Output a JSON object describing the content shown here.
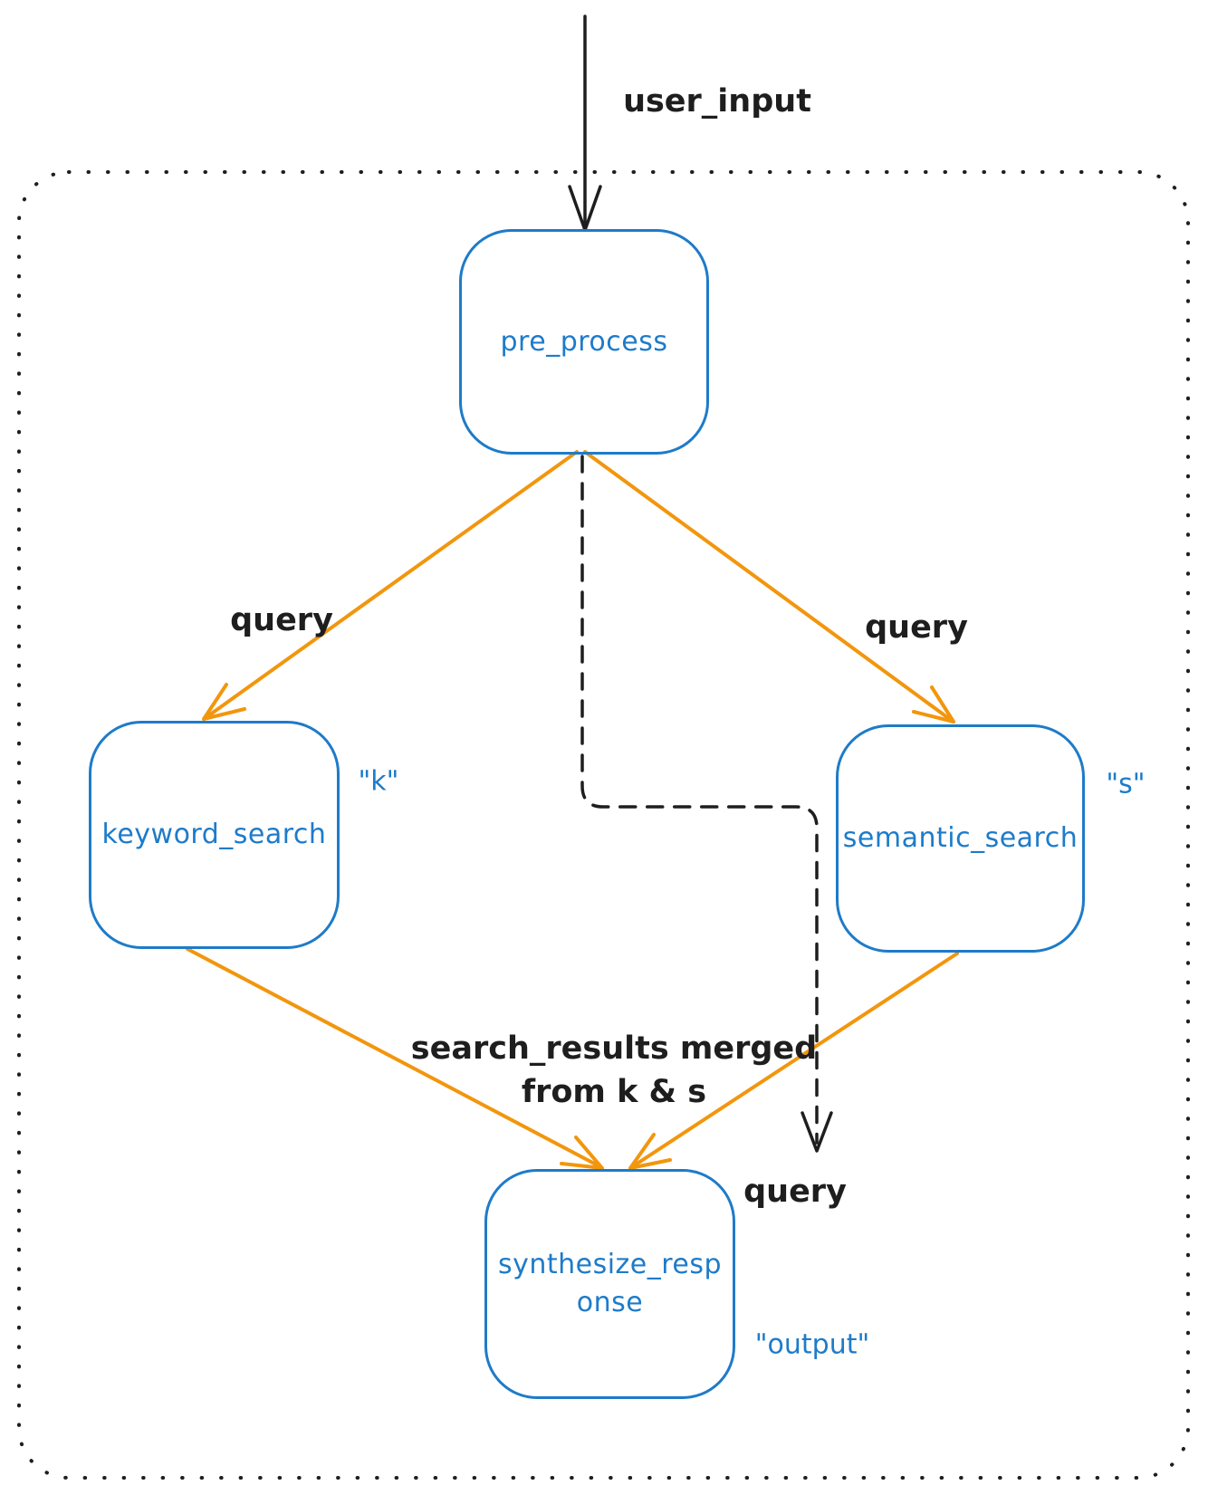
{
  "diagram": {
    "nodes": {
      "pre_process": {
        "label": "pre_process"
      },
      "keyword_search": {
        "label": "keyword_search",
        "tag": "\"k\""
      },
      "semantic_search": {
        "label": "semantic_search",
        "tag": "\"s\""
      },
      "synthesize_response": {
        "label_line1": "synthesize_resp",
        "label_line2": "onse",
        "tag": "\"output\""
      }
    },
    "edges": {
      "user_input": {
        "label": "user_input"
      },
      "query_to_keyword": {
        "label": "query"
      },
      "query_to_semantic": {
        "label": "query"
      },
      "query_dashed": {
        "label": "query"
      },
      "merged_results": {
        "label_line1": "search_results merged",
        "label_line2": "from k & s"
      }
    },
    "colors": {
      "node_stroke": "#1e7bc9",
      "node_text": "#1e7bc9",
      "edge_orange": "#f2960d",
      "edge_black": "#1e1e1e",
      "boundary_dotted": "#1e1e1e",
      "background": "#ffffff"
    }
  }
}
